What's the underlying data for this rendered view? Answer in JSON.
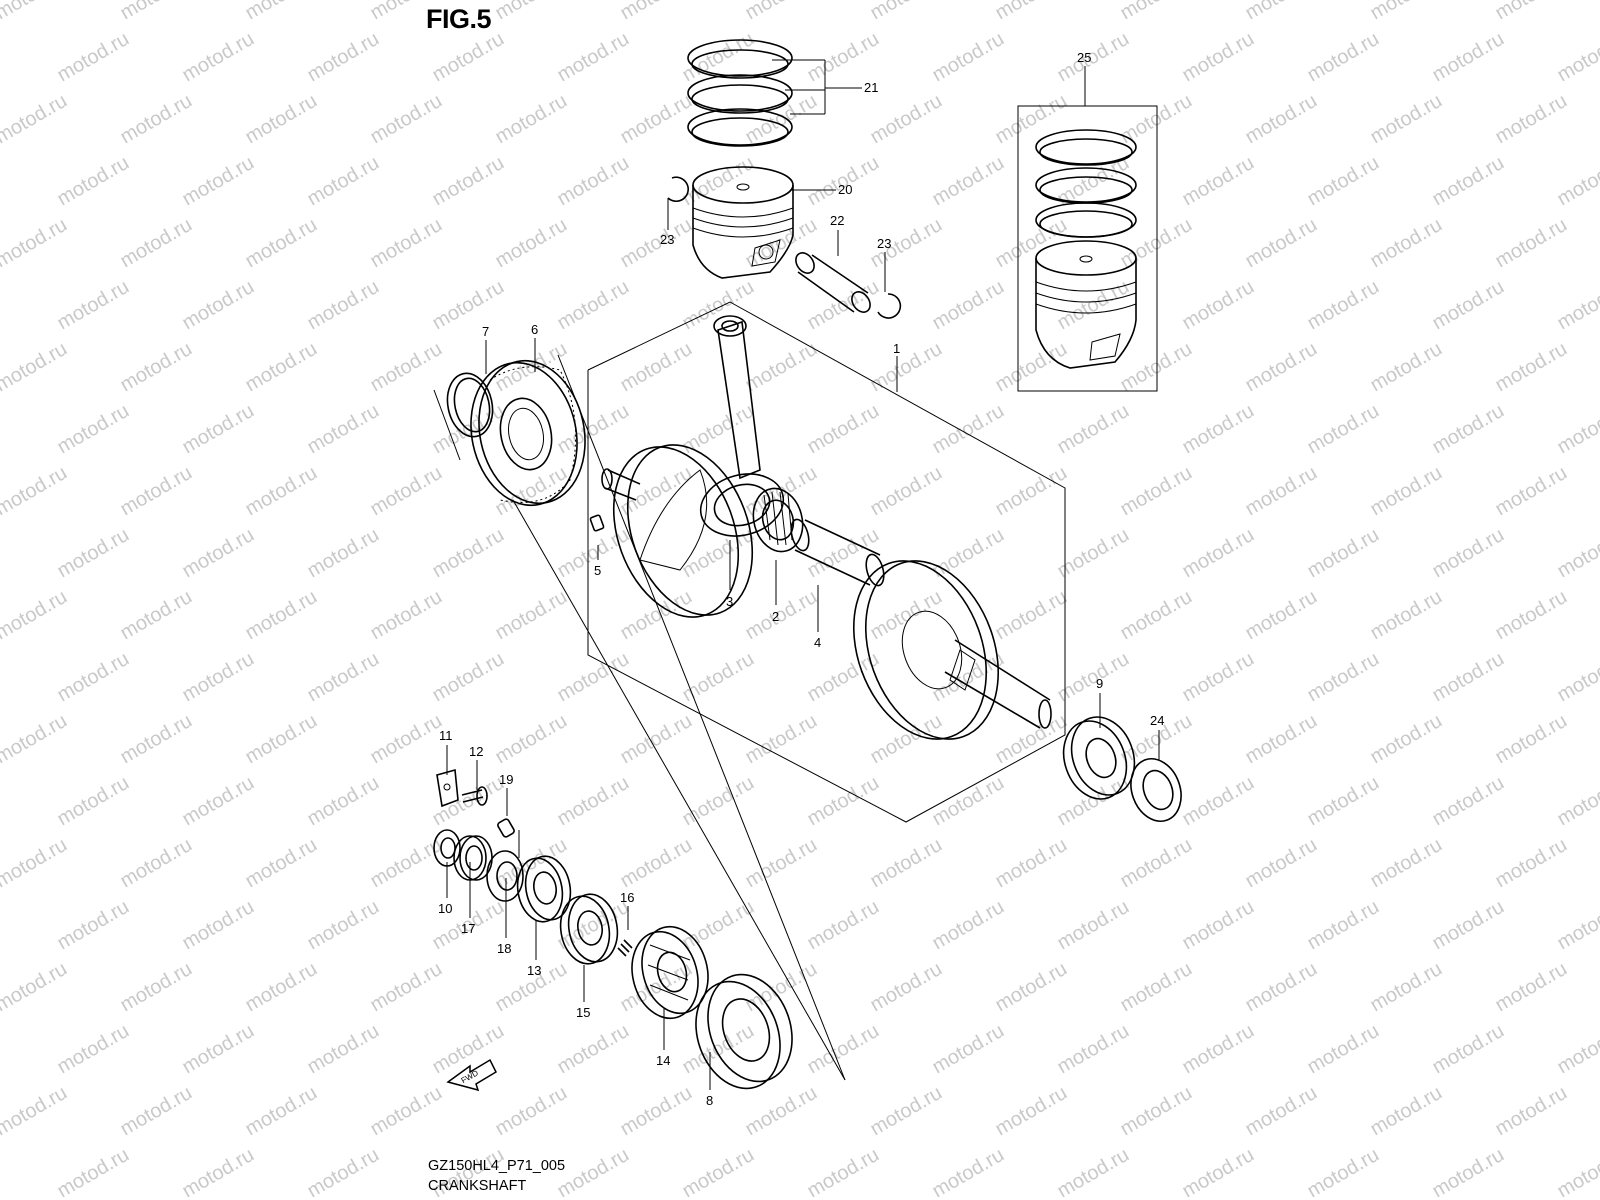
{
  "figure": {
    "title": "FIG.5",
    "code": "GZ150HL4_P71_005",
    "name": "CRANKSHAFT"
  },
  "watermark": {
    "text": "motod.ru",
    "color": "#c9c9c9"
  },
  "fwd_arrow": {
    "label": "FWD"
  },
  "callouts": [
    {
      "ref": "1"
    },
    {
      "ref": "2"
    },
    {
      "ref": "3"
    },
    {
      "ref": "4"
    },
    {
      "ref": "5"
    },
    {
      "ref": "6"
    },
    {
      "ref": "7"
    },
    {
      "ref": "8"
    },
    {
      "ref": "9"
    },
    {
      "ref": "10"
    },
    {
      "ref": "11"
    },
    {
      "ref": "12"
    },
    {
      "ref": "13"
    },
    {
      "ref": "14"
    },
    {
      "ref": "15"
    },
    {
      "ref": "16"
    },
    {
      "ref": "17"
    },
    {
      "ref": "18"
    },
    {
      "ref": "19"
    },
    {
      "ref": "20"
    },
    {
      "ref": "21"
    },
    {
      "ref": "22"
    },
    {
      "ref": "23"
    },
    {
      "ref": "23"
    },
    {
      "ref": "24"
    },
    {
      "ref": "25"
    }
  ]
}
